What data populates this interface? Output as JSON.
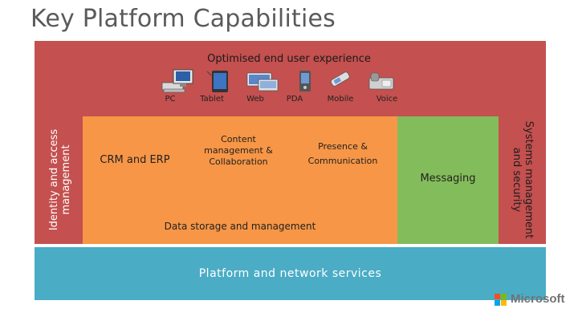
{
  "title": "Key Platform Capabilities",
  "top_band": {
    "label": "Optimised end user experience",
    "devices": [
      {
        "label": "PC",
        "icon": "pc-icon"
      },
      {
        "label": "Tablet",
        "icon": "tablet-icon"
      },
      {
        "label": "Web",
        "icon": "web-icon"
      },
      {
        "label": "PDA",
        "icon": "pda-icon"
      },
      {
        "label": "Mobile",
        "icon": "mobile-phone-icon"
      },
      {
        "label": "Voice",
        "icon": "voice-phone-icon"
      }
    ]
  },
  "left_column": {
    "label": "Identity and access management"
  },
  "right_column": {
    "label": "Systems management and security"
  },
  "blocks": {
    "crm": "CRM and ERP",
    "content": "Content management & Collaboration",
    "presence": "Presence & Communication",
    "data": "Data storage and management",
    "messaging": "Messaging"
  },
  "bottom_band": {
    "label": "Platform and network services"
  },
  "logo": {
    "text": "Microsoft"
  },
  "colors": {
    "red": "#c4504f",
    "orange": "#f79646",
    "green": "#83bc5a",
    "blue": "#4bacc6"
  }
}
